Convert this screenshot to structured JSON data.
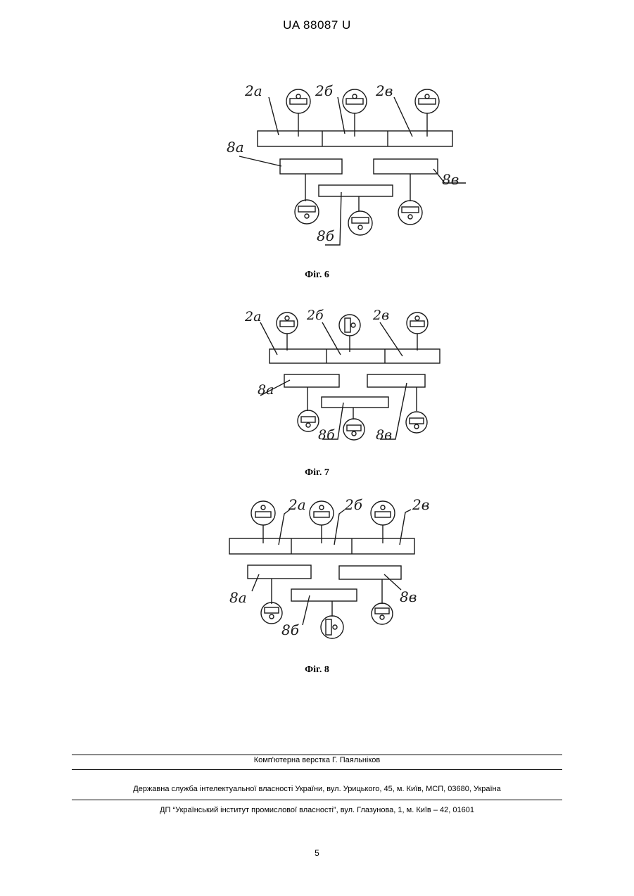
{
  "header": {
    "doc_id": "UA   88087   U"
  },
  "figures": [
    {
      "caption": "Фіг. 6",
      "labels": {
        "a2": "2а",
        "b2": "2б",
        "v2": "2в",
        "a8": "8а",
        "b8": "8б",
        "v8": "8в"
      }
    },
    {
      "caption": "Фіг. 7",
      "labels": {
        "a2": "2а",
        "b2": "2б",
        "v2": "2в",
        "a8": "8а",
        "b8": "8б",
        "v8": "8в"
      }
    },
    {
      "caption": "Фіг. 8",
      "labels": {
        "a2": "2а",
        "b2": "2б",
        "v2": "2в",
        "a8": "8а",
        "b8": "8б",
        "v8": "8в"
      }
    }
  ],
  "footer": {
    "typesetting": "Комп'ютерна верстка Г. Паяльніков",
    "agency": "Державна служба інтелектуальної власності України, вул. Урицького, 45, м. Київ, МСП, 03680, Україна",
    "institute": "ДП “Український інститут промислової власності”, вул. Глазунова, 1, м. Київ – 42, 01601",
    "page_number": "5"
  },
  "colors": {
    "ink": "#1a1a1a",
    "paper": "#ffffff"
  }
}
